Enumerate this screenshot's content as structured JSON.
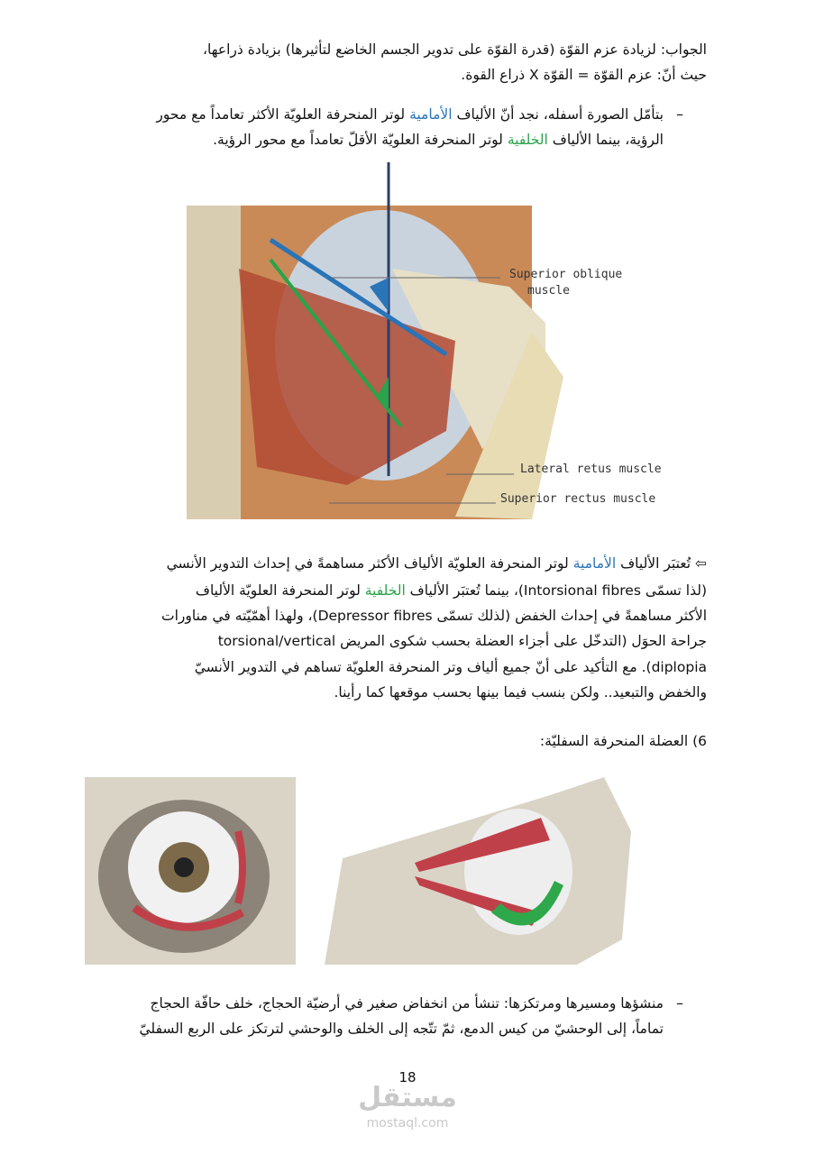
{
  "top": {
    "line1": "الجواب: لزيادة عزم القوّة (قدرة القوّة على تدوير الجسم الخاضع لتأثيرها) بزيادة ذراعها،",
    "line2": "حيث أنّ: عزم القوّة = القوّة X ذراع القوة."
  },
  "bullet1": {
    "dash": "–",
    "l1_a": "بتأمّل الصورة أسفله، نجد أنّ الألياف ",
    "l1_hl": "الأمامية",
    "l1_b": " لوتر المنحرفة العلويّة الأكثر تعامداً مع محور",
    "l2_a": "الرؤية، بينما الألياف ",
    "l2_hl": "الخلفية",
    "l2_b": " لوتر المنحرفة العلويّة الأقلّ تعامداً مع محور الرؤية."
  },
  "figure1": {
    "labels": [
      "Superior oblique",
      "muscle",
      "Lateral retus muscle",
      "Superior rectus muscle"
    ]
  },
  "para": {
    "arrow": "⇦",
    "l1_a": "تُعتبَر الألياف ",
    "l1_hl": "الأمامية",
    "l1_b": " لوتر المنحرفة العلويّة الألياف الأكثر مساهمةً في إحداث التدوير الأنسي",
    "l2_a": "(لذا تسمّى Intorsional fibres)، بينما تُعتبَر  الألياف ",
    "l2_hl": "الخلفية",
    "l2_b": " لوتر المنحرفة العلويّة الألياف",
    "l3": "الأكثر مساهمةً في إحداث الخفض (لذلك تسمّى Depressor fibres)، ولهذا أهمّيّته في مناورات",
    "l4": "جراحة الحوَل (التدخّل على أجزاء العضلة بحسب شكوى المريض  torsional/vertical",
    "l5": "diplopia). مع التأكيد على أنّ جميع ألياف وتر المنحرفة العلويّة تساهم في التدوير الأنسيّ",
    "l6": "والخفض والتبعيد.. ولكن بنسب فيما بينها بحسب موقعها كما رأينا."
  },
  "heading": "6)  العضلة المنحرفة السفليّة:",
  "bullet2": {
    "dash": "–",
    "l1": "منشؤها ومسيرها ومرتكزها: تنشأ من انخفاض صغير في أرضيّة الحجاج، خلف حافّة الحجاج",
    "l2": "تماماً، إلى الوحشيّ من كيس الدمع، ثمّ تتّجه إلى الخلف والوحشي لترتكز على الربع السفليّ"
  },
  "page_number": "18",
  "watermark": {
    "ar": "مستقل",
    "en": "mostaql.com"
  },
  "colors": {
    "anterior": "#2a74b8",
    "posterior": "#2aa34a"
  }
}
